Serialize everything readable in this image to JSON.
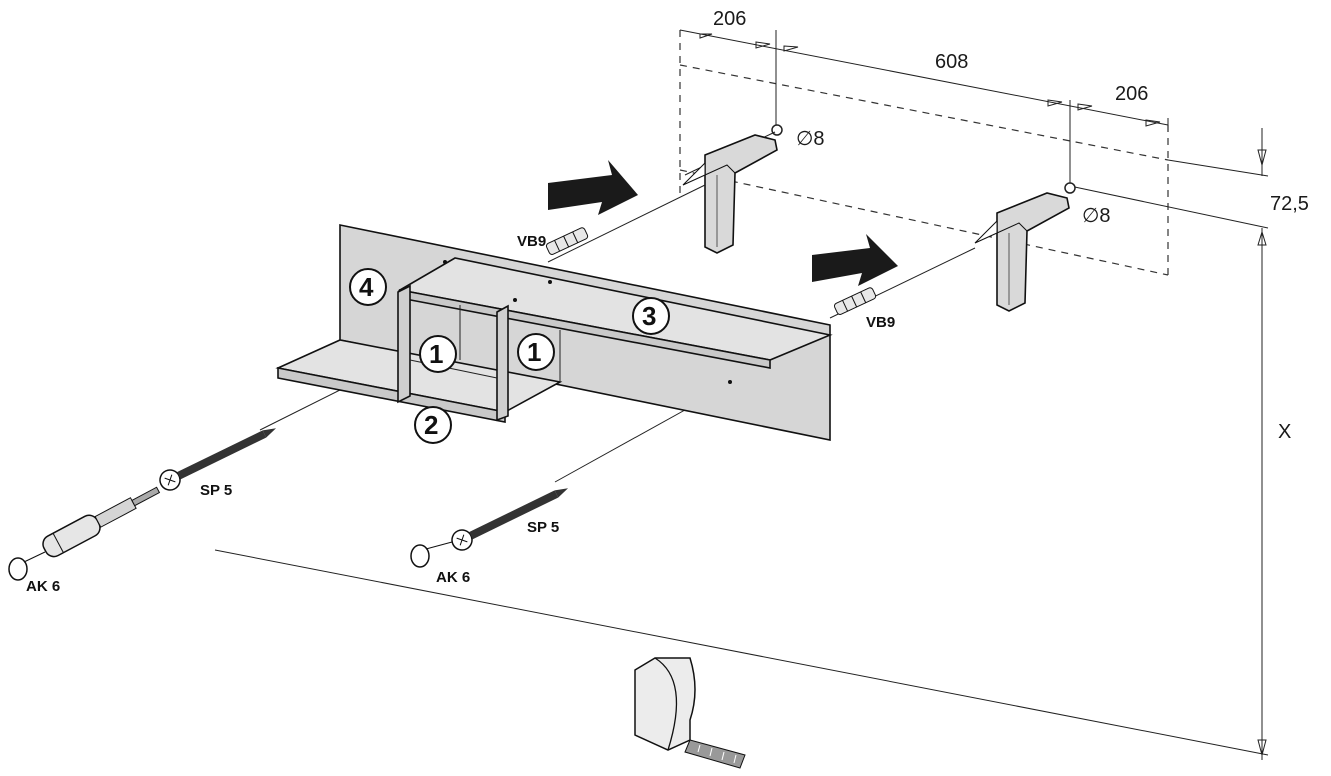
{
  "dimensions": {
    "left_offset": "206",
    "span": "608",
    "right_offset": "206",
    "hole_left": "∅8",
    "hole_right": "∅8",
    "top_offset": "72,5",
    "height_var": "X"
  },
  "hardware": {
    "vb_left": "VB9",
    "vb_right": "VB9",
    "sp_left": "SP 5",
    "sp_right": "SP 5",
    "ak_left": "AK 6",
    "ak_right": "AK 6"
  },
  "parts": {
    "p1a": "1",
    "p1b": "1",
    "p2": "2",
    "p3": "3",
    "p4": "4"
  },
  "icons": [
    "drill-icon",
    "arrow-icon",
    "screw-icon",
    "wall-plug-icon",
    "cap-icon",
    "screwdriver-icon",
    "tape-measure-icon"
  ],
  "colors": {
    "panel": "#d9d9d9",
    "panel_dark": "#bdbdbd",
    "line": "#222222",
    "arrow": "#1a1a1a"
  }
}
